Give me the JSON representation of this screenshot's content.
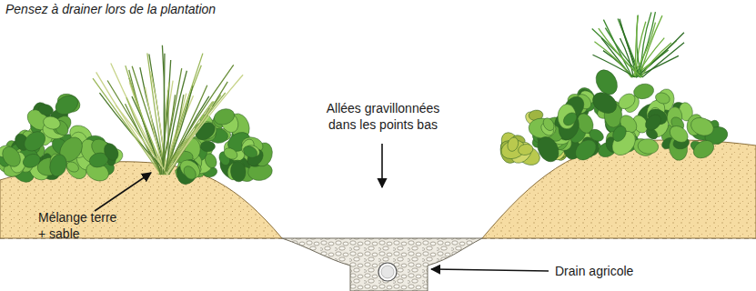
{
  "diagram": {
    "title": "Pensez à drainer lors de la plantation",
    "labels": [
      "Allées gravillonnées dans les points bas",
      "Mélange terre + sable",
      "Drain agricole"
    ]
  }
}
